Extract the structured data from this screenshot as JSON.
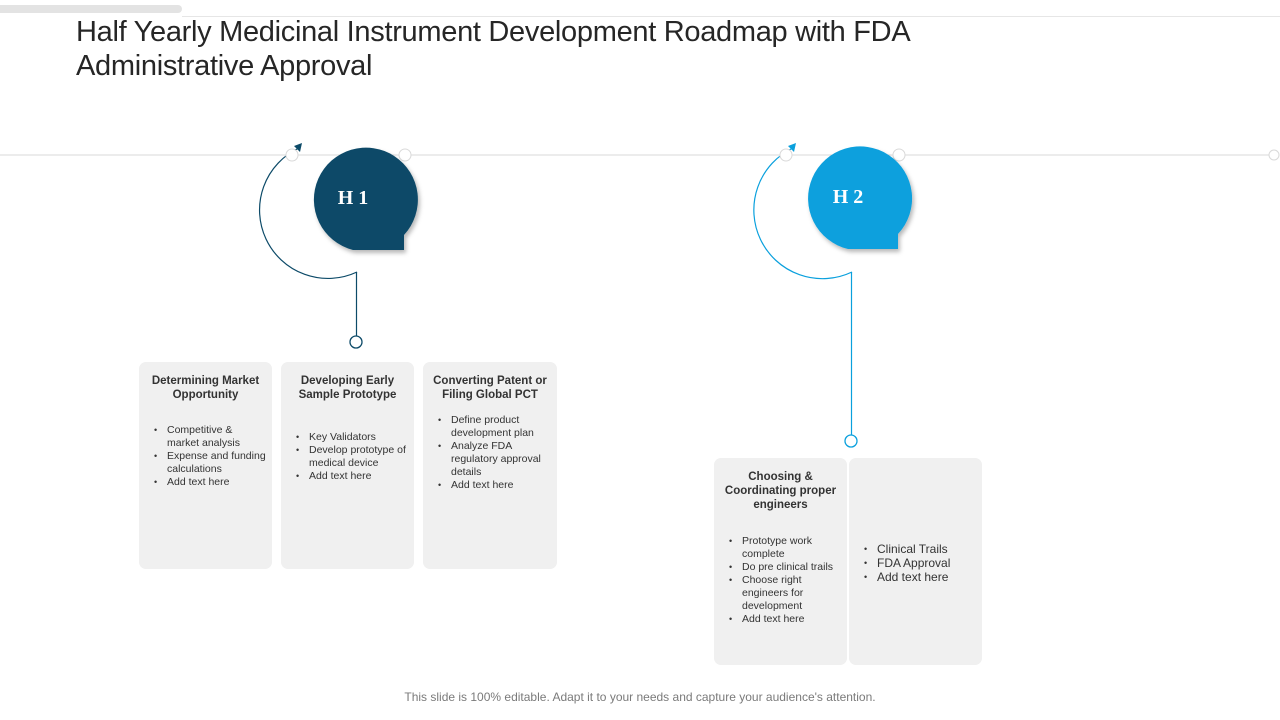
{
  "slide": {
    "title": "Half Yearly Medicinal Instrument Development Roadmap with FDA Administrative Approval",
    "footer": "This slide is 100% editable. Adapt it to your needs and capture your audience's attention."
  },
  "colors": {
    "h1": "#0c4a68",
    "h2": "#0aa0dd",
    "card": "#f0f0f0",
    "line": "#d9d9d9"
  },
  "phases": [
    {
      "label": "H 1",
      "tasks": [
        {
          "title": "Determining Market Opportunity",
          "bullets": [
            "Competitive & market analysis",
            "Expense and funding calculations",
            "Add text here"
          ]
        },
        {
          "title": "Developing Early Sample Prototype",
          "bullets": [
            "Key Validators",
            "Develop prototype of medical device",
            "Add text here"
          ]
        },
        {
          "title": "Converting Patent or Filing Global PCT",
          "bullets": [
            "Define product development plan",
            "Analyze FDA regulatory approval details",
            "Add text here"
          ]
        }
      ]
    },
    {
      "label": "H 2",
      "tasks": [
        {
          "title": "Choosing & Coordinating proper engineers",
          "bullets": [
            "Prototype work complete",
            "Do pre clinical trails",
            "Choose right engineers for development",
            "Add text here"
          ]
        },
        {
          "title": "",
          "bullets": [
            "Clinical Trails",
            "FDA Approval",
            "Add text here"
          ]
        }
      ]
    }
  ]
}
